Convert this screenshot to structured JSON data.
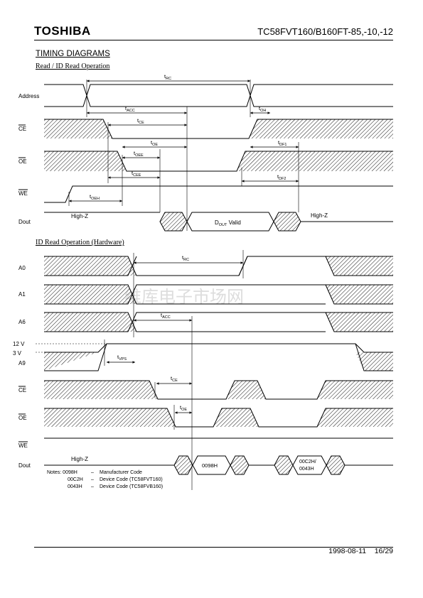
{
  "header": {
    "brand": "TOSHIBA",
    "part_number": "TC58FVT160/B160FT-85,-10,-12"
  },
  "section": {
    "title": "TIMING DIAGRAMS",
    "diagram1_title": "Read / ID Read Operation",
    "diagram2_title": "ID Read Operation (Hardware)"
  },
  "diagram1": {
    "signals": [
      "Address",
      "CE",
      "OE",
      "WE",
      "Dout"
    ],
    "labels": {
      "trc": "RC",
      "tacc": "ACC",
      "tce": "CE",
      "toh": "OH",
      "toe": "OE",
      "toee": "OEE",
      "tdf1": "DF1",
      "tcee": "CEE",
      "tdf2": "DF2",
      "toeh": "OEH",
      "highz_left": "High-Z",
      "highz_right": "High-Z",
      "dout_valid_pre": "D",
      "dout_valid_sub": "OUT",
      "dout_valid_post": " Valid"
    }
  },
  "diagram2": {
    "signals": [
      "A0",
      "A1",
      "A6",
      "A9",
      "CE",
      "OE",
      "WE",
      "Dout"
    ],
    "levels": {
      "v12": "12 V",
      "v3": "3 V"
    },
    "labels": {
      "trc": "RC",
      "tacc": "ACC",
      "tvps": "VPS",
      "tce": "CE",
      "toe": "OE",
      "highz": "High-Z",
      "code1": "0098H",
      "code2_line1": "00C2H/",
      "code2_line2": "0043H"
    },
    "notes": [
      {
        "code": "Notes:  0098H",
        "dash": "–",
        "desc": "Manufacturer Code"
      },
      {
        "code": "00C2H",
        "dash": "–",
        "desc": "Device Code (TC58FVT160)"
      },
      {
        "code": "0043H",
        "dash": "–",
        "desc": "Device Code (TC58FVB160)"
      }
    ]
  },
  "watermark": "维库电子市场网",
  "footer": {
    "date": "1998-08-11",
    "page": "16/29"
  }
}
